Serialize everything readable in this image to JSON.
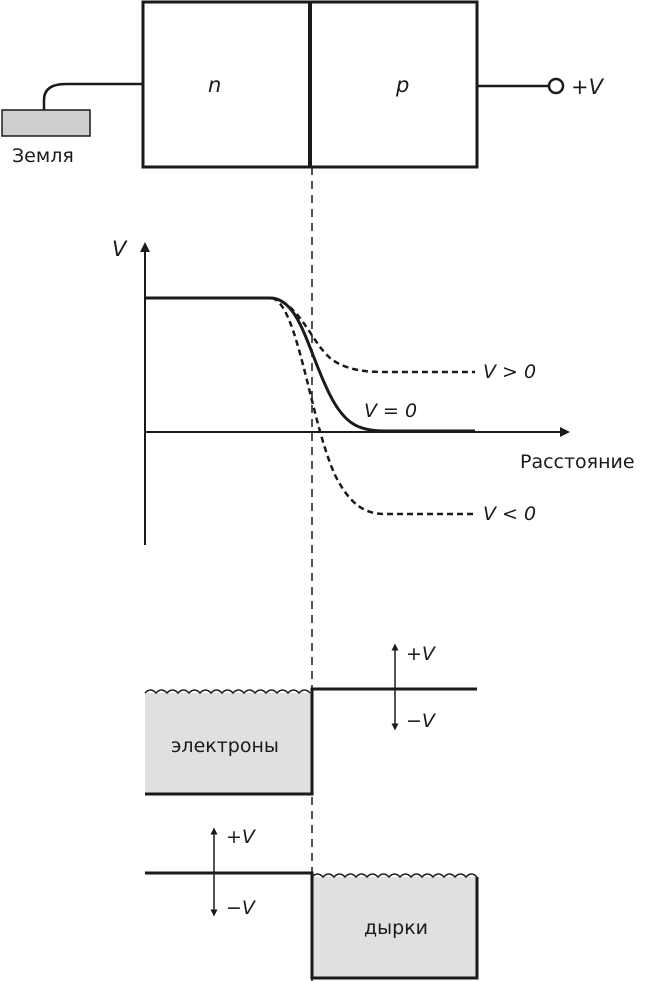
{
  "junction": {
    "n_label": "n",
    "p_label": "p",
    "ground_label": "Земля",
    "bias_label": "+V"
  },
  "potential_plot": {
    "y_axis_label": "V",
    "x_axis_label": "Расстояние",
    "curves": {
      "forward": "V > 0",
      "equilibrium": "V = 0",
      "reverse": "V < 0"
    }
  },
  "electron_band": {
    "fill_label": "электроны",
    "up_label": "+V",
    "down_label": "−V"
  },
  "hole_band": {
    "fill_label": "дырки",
    "up_label": "+V",
    "down_label": "−V"
  },
  "colors": {
    "line": "#1a1a1a",
    "fill": "#e0e0e0"
  }
}
